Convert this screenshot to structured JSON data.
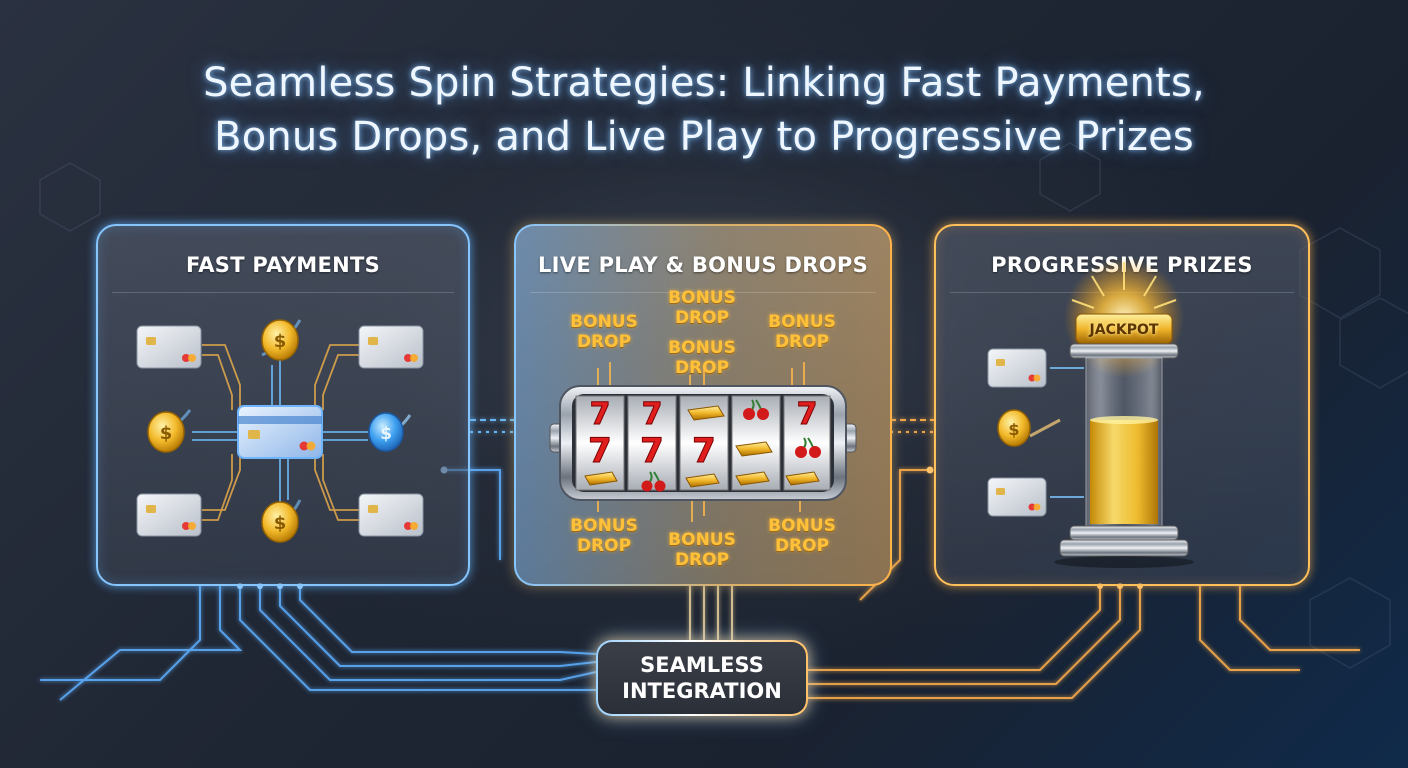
{
  "title": {
    "line1": "Seamless Spin Strategies: Linking Fast Payments,",
    "line2": "Bonus Drops, and Live Play to Progressive Prizes"
  },
  "panels": {
    "left": {
      "heading": "FAST PAYMENTS"
    },
    "middle": {
      "heading": "LIVE PLAY & BONUS DROPS"
    },
    "right": {
      "heading": "PROGRESSIVE PRIZES"
    }
  },
  "bonus_drops": {
    "label_line1": "BONUS",
    "label_line2": "DROP"
  },
  "jackpot": {
    "label": "JACKPOT"
  },
  "integration": {
    "line1": "SEAMLESS",
    "line2": "INTEGRATION"
  },
  "colors": {
    "payments_accent": "#86c6ff",
    "prizes_accent": "#ffbf5a",
    "bonus_text": "#ffc13a",
    "slot_seven": "#e01e1e",
    "gold": "#f4c430"
  },
  "icons": {
    "card": "credit-card-icon",
    "coin": "dollar-coin-icon",
    "slot": "slot-machine-reels",
    "jackpot": "jackpot-tube-icon"
  }
}
